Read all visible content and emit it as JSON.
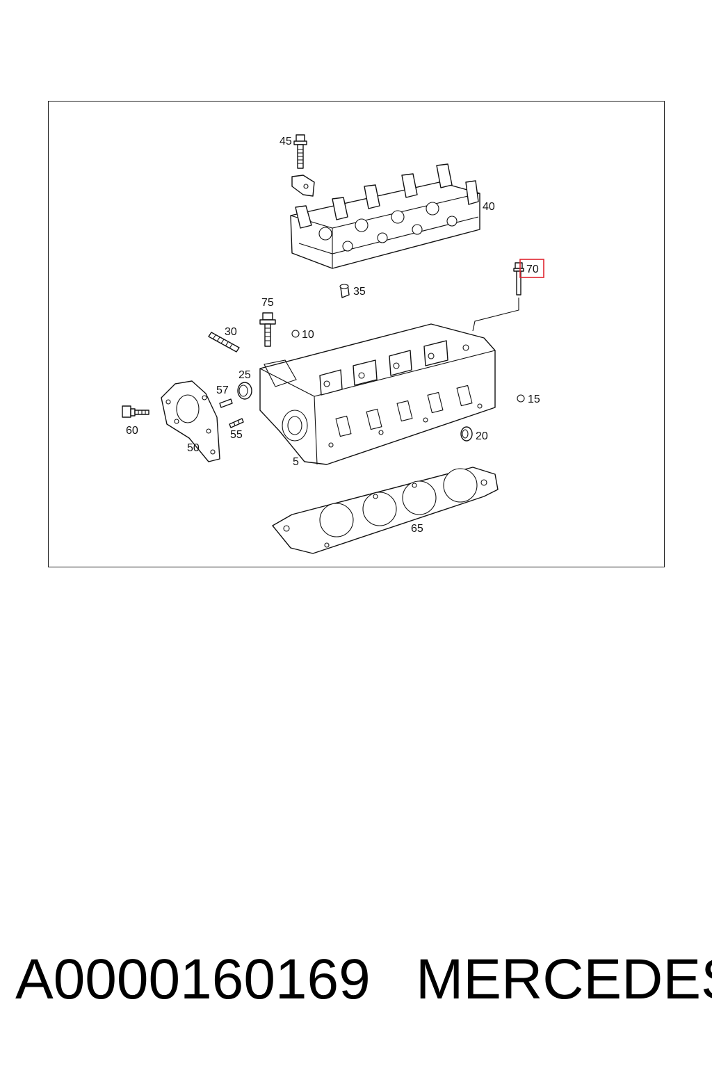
{
  "labels": {
    "p5": "5",
    "p10": "10",
    "p15": "15",
    "p20": "20",
    "p25": "25",
    "p30": "30",
    "p35": "35",
    "p40": "40",
    "p45": "45",
    "p50": "50",
    "p55": "55",
    "p57": "57",
    "p60": "60",
    "p65": "65",
    "p70": "70",
    "p75": "75"
  },
  "highlighted_label": "70",
  "highlight_color": "#e0242f",
  "caption": {
    "part_number": "A0000160169",
    "brand": "MERCEDES"
  }
}
